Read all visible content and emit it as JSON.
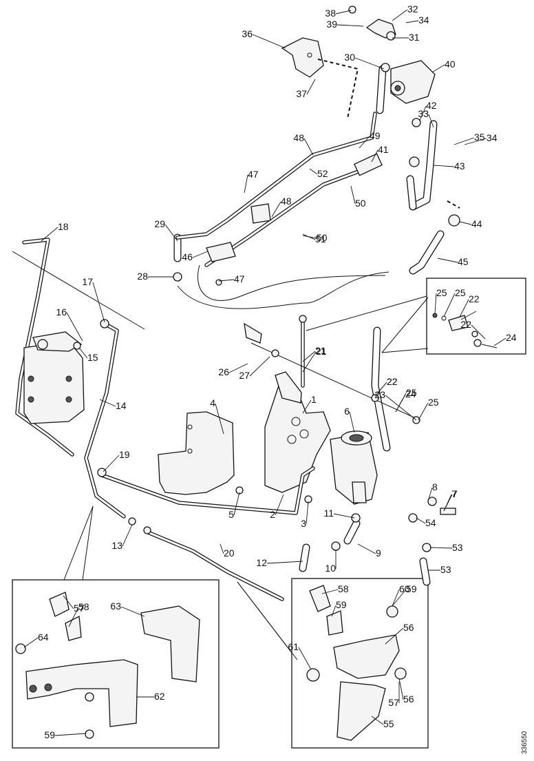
{
  "document_number": "336550",
  "callouts": [
    "1",
    "2",
    "3",
    "4",
    "5",
    "6",
    "7",
    "8",
    "9",
    "10",
    "11",
    "12",
    "13",
    "14",
    "15",
    "16",
    "17",
    "18",
    "19",
    "20",
    "21",
    "22",
    "23",
    "24",
    "25",
    "26",
    "27",
    "28",
    "29",
    "30",
    "31",
    "32",
    "33",
    "34",
    "35",
    "36",
    "37",
    "38",
    "39",
    "40",
    "41",
    "42",
    "43",
    "44",
    "45",
    "46",
    "47",
    "48",
    "49",
    "50",
    "51",
    "52",
    "53",
    "54",
    "55",
    "56",
    "57",
    "58",
    "59",
    "60",
    "61",
    "62",
    "63",
    "64"
  ]
}
